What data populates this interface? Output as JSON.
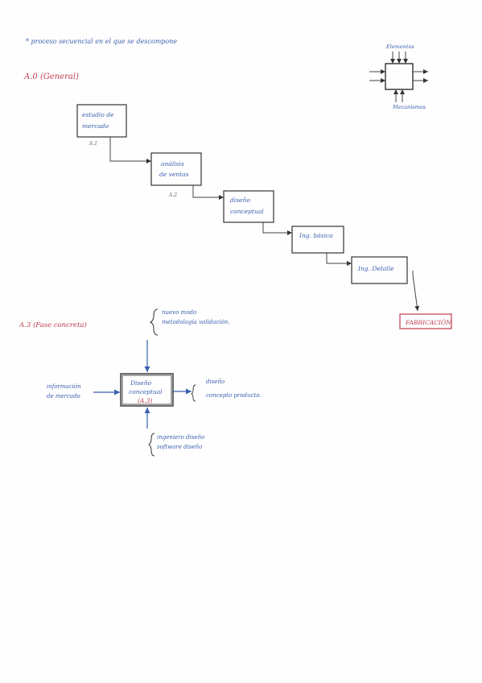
{
  "note": "* proceso secuencial en el que se descompone",
  "section_a0": {
    "label": "A.0 (General)"
  },
  "legend": {
    "controls": "Elementos",
    "mechanisms": "Mecanismos"
  },
  "flow_boxes": [
    {
      "line1": "estudio de",
      "line2": "mercado",
      "tag": "A.1"
    },
    {
      "line1": "análisis",
      "line2": "de ventas",
      "tag": "A.2"
    },
    {
      "line1": "diseño",
      "line2": "conceptual",
      "tag": ""
    },
    {
      "line1": "Ing. básica",
      "line2": "",
      "tag": ""
    },
    {
      "line1": "Ing. Detalle",
      "line2": "",
      "tag": ""
    }
  ],
  "final_box": "FABRICACIÓN",
  "section_a3": {
    "label": "A.3 (Fase concreta)"
  },
  "a3": {
    "box_line1": "Diseño",
    "box_line2": "conceptual",
    "box_code": "(A.3)",
    "control_line1": "nuevo modo",
    "control_line2": "metodología validación.",
    "input_line1": "información",
    "input_line2": "de mercado",
    "output_line1": "diseño",
    "output_line2": "concepto producto.",
    "mech_line1": "ingeniero diseño",
    "mech_line2": "software diseño"
  },
  "colors": {
    "blue_ink": "#3a5fae",
    "red_ink": "#c23b4e",
    "black_ink": "#333333"
  }
}
